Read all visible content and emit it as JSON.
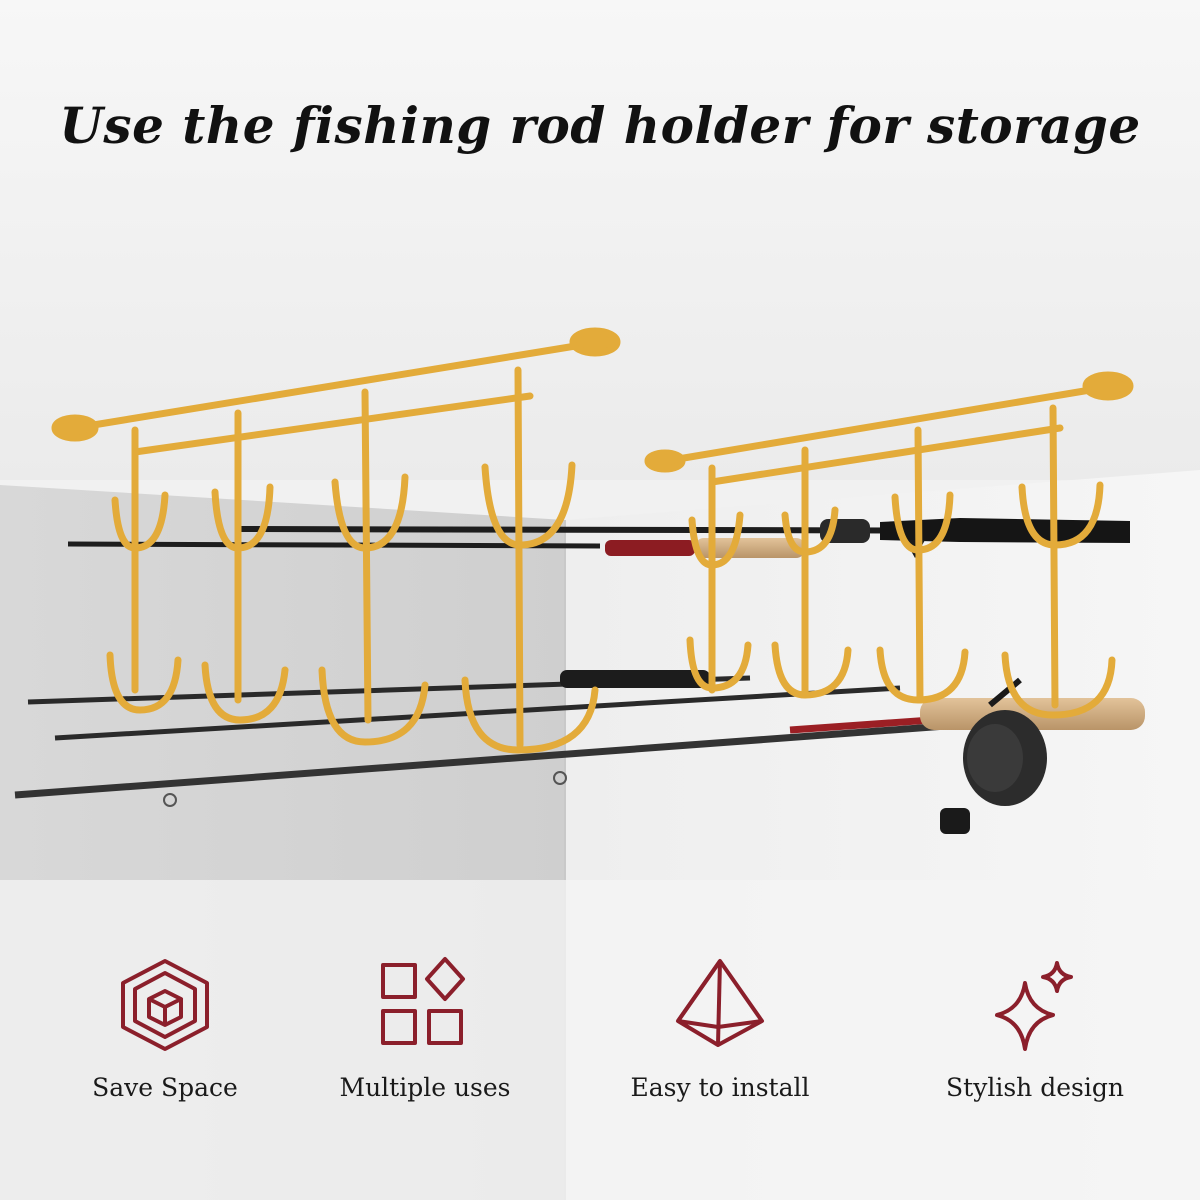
{
  "headline": "Use the fishing rod holder for storage",
  "colors": {
    "rack": "#e3ab3a",
    "icon": "#8b1f2b",
    "wall_light": "#f3f3f3",
    "wall_shadow": "#d9d9d9",
    "text": "#111111"
  },
  "features": [
    {
      "icon": "cube-icon",
      "label": "Save Space"
    },
    {
      "icon": "grid-squares-icon",
      "label": "Multiple uses"
    },
    {
      "icon": "pyramid-icon",
      "label": "Easy to install"
    },
    {
      "icon": "sparkle-icon",
      "label": "Stylish design"
    }
  ]
}
